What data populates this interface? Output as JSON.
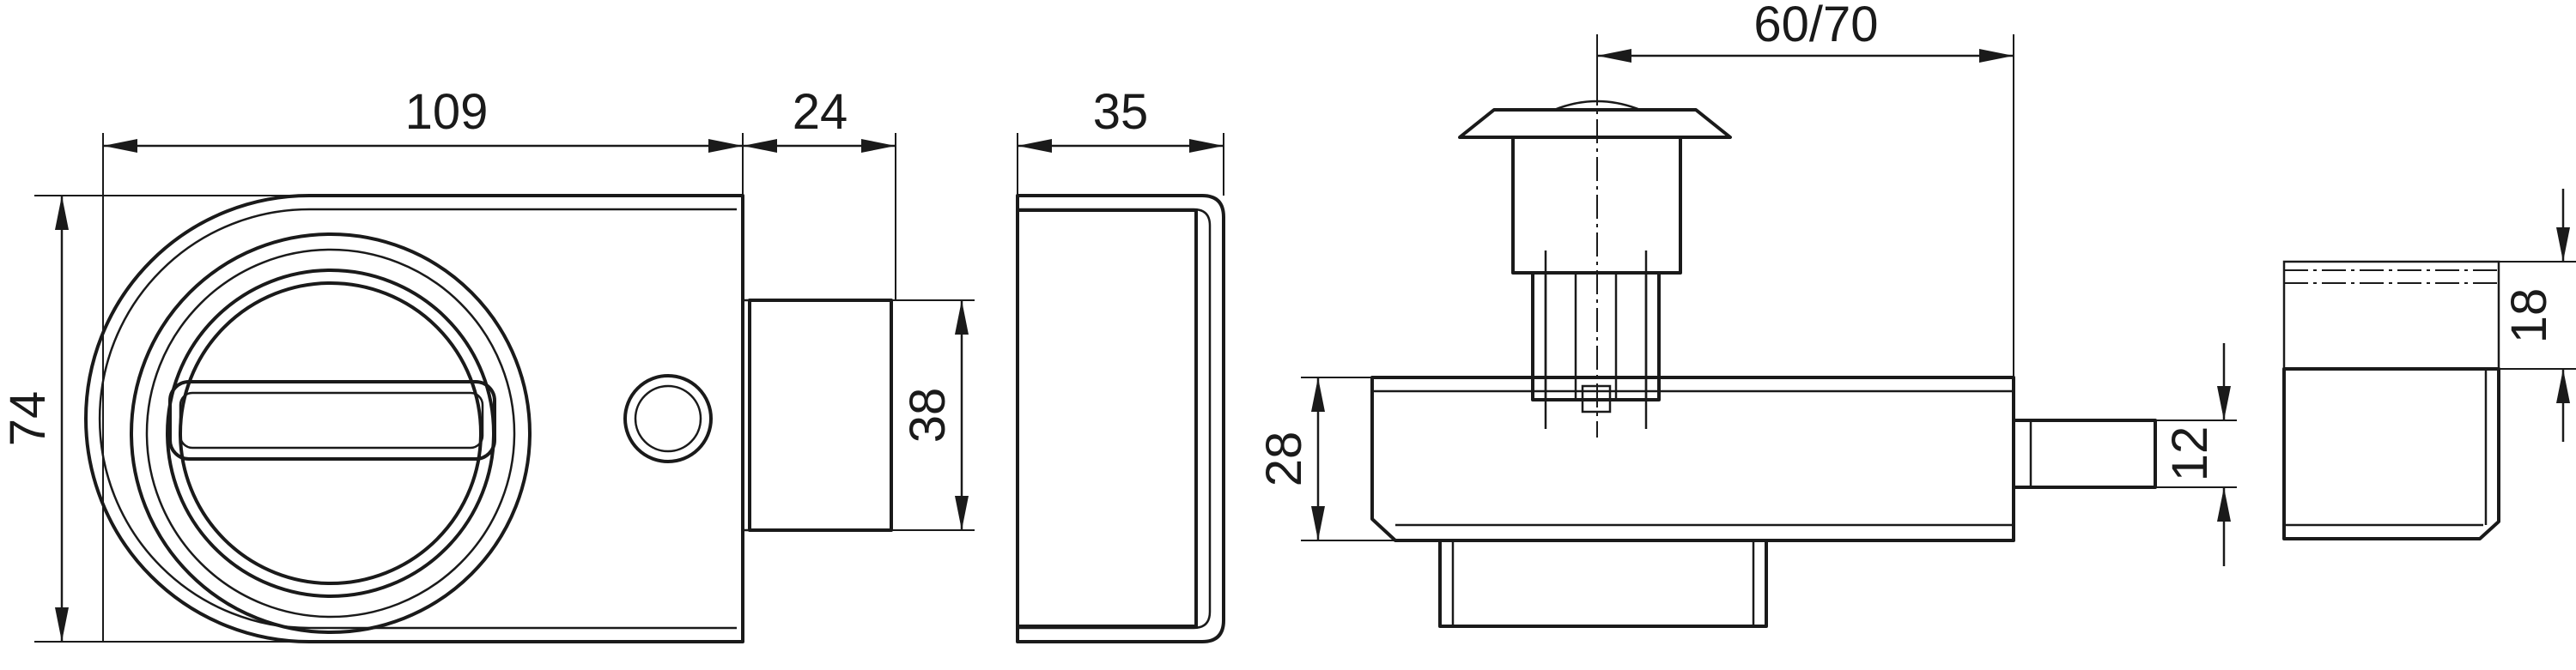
{
  "drawing": {
    "dimensions": {
      "front_width": "109",
      "bolt_projection": "24",
      "front_height": "74",
      "bolt_height": "38",
      "side_depth": "35",
      "cylinder_length": "60/70",
      "body_height": "28",
      "bolt_thickness": "12",
      "keeper_height": "18"
    }
  }
}
